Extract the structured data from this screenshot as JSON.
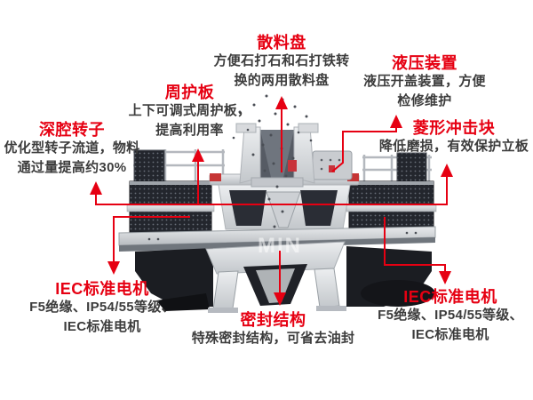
{
  "diagram": {
    "accent_color": "#e60012",
    "desc_color": "#3c3c3c",
    "watermark": "MIN",
    "callouts": [
      {
        "id": "sanliaopan",
        "title": "散料盘",
        "desc_lines": [
          "方便石打石和石打铁转",
          "换的两用散料盘"
        ]
      },
      {
        "id": "yeya",
        "title": "液压装置",
        "desc_lines": [
          "液压开盖装置，方便",
          "检修维护"
        ]
      },
      {
        "id": "zhouhuban",
        "title": "周护板",
        "desc_lines": [
          "上下可调式周护板，",
          "提高利用率"
        ]
      },
      {
        "id": "shenqiang",
        "title": "深腔转子",
        "desc_lines": [
          "优化型转子流道，物料",
          "通过量提高约30%"
        ]
      },
      {
        "id": "lingxing",
        "title": "菱形冲击块",
        "desc_lines": [
          "降低磨损，有效保护立板"
        ]
      },
      {
        "id": "iec-left",
        "title": "IEC标准电机",
        "desc_lines": [
          "F5绝缘、IP54/55等级、",
          "IEC标准电机"
        ]
      },
      {
        "id": "mifeng",
        "title": "密封结构",
        "desc_lines": [
          "特殊密封结构，可省去油封"
        ]
      },
      {
        "id": "iec-right",
        "title": "IEC标准电机",
        "desc_lines": [
          "F5绝缘、IP54/55等级、",
          "IEC标准电机"
        ]
      }
    ]
  }
}
